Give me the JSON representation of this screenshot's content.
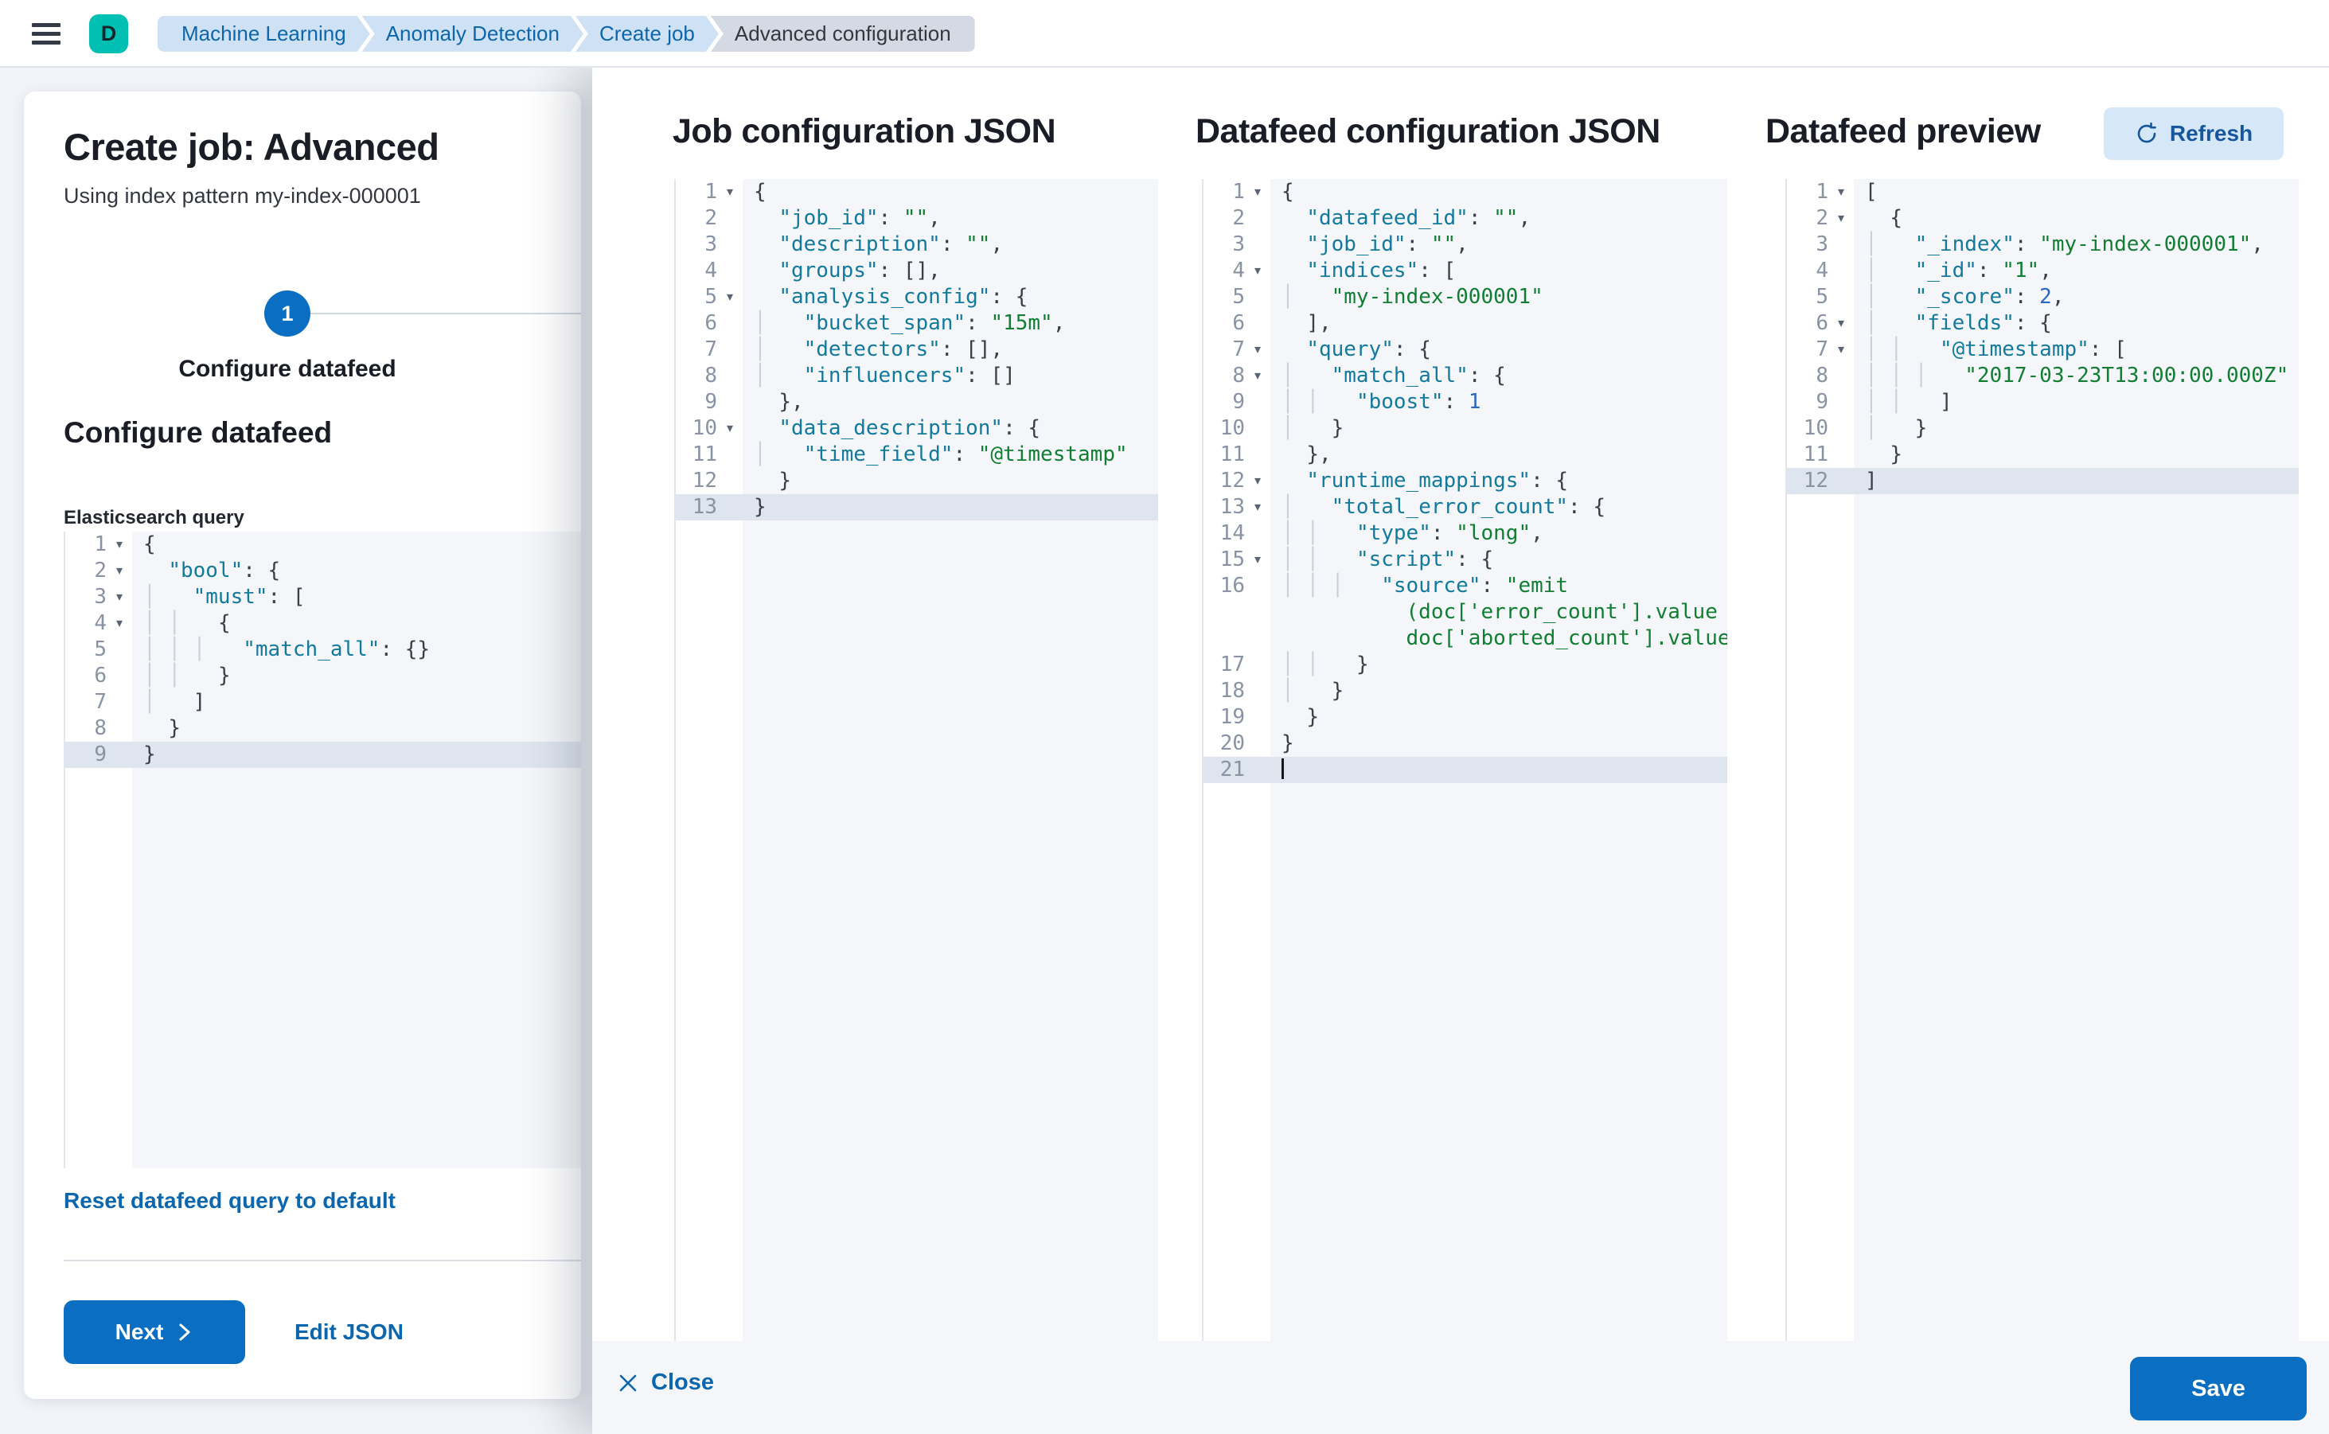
{
  "topbar": {
    "avatar_initial": "D",
    "breadcrumbs": [
      {
        "label": "Machine Learning",
        "current": false
      },
      {
        "label": "Anomaly Detection",
        "current": false
      },
      {
        "label": "Create job",
        "current": false
      },
      {
        "label": "Advanced configuration",
        "current": true
      }
    ]
  },
  "wizard": {
    "title": "Create job: Advanced",
    "subtitle": "Using index pattern my-index-000001",
    "step_number": "1",
    "step_label": "Configure datafeed",
    "section_heading": "Configure datafeed",
    "query_label": "Elasticsearch query",
    "reset_link": "Reset datafeed query to default",
    "next_label": "Next",
    "edit_json_label": "Edit JSON"
  },
  "flyout": {
    "columns": [
      {
        "title": "Job configuration JSON"
      },
      {
        "title": "Datafeed configuration JSON"
      },
      {
        "title": "Datafeed preview"
      }
    ],
    "refresh_label": "Refresh",
    "close_label": "Close",
    "save_label": "Save"
  },
  "colors": {
    "primary_button": "#0a6fc2",
    "link": "#0b66ad",
    "avatar": "#00bfb3",
    "breadcrumb_bg": "#cfe2f5",
    "breadcrumb_current_bg": "#d4dae4",
    "editor_bg": "#f4f6f9",
    "active_line_bg": "#dfe5ee",
    "syntax_key": "#137a9d",
    "syntax_string": "#117e33",
    "syntax_number": "#2b66c4",
    "syntax_punct": "#3a3f47"
  },
  "editors": {
    "query": {
      "active_line": 9,
      "lines": [
        {
          "n": 1,
          "fold": true,
          "g": 0,
          "pre": 0,
          "t": [
            [
              "p",
              "{"
            ]
          ]
        },
        {
          "n": 2,
          "fold": true,
          "g": 0,
          "pre": 2,
          "t": [
            [
              "k",
              "\"bool\""
            ],
            [
              "p",
              ": {"
            ]
          ]
        },
        {
          "n": 3,
          "fold": true,
          "g": 1,
          "pre": 2,
          "t": [
            [
              "k",
              "\"must\""
            ],
            [
              "p",
              ": ["
            ]
          ]
        },
        {
          "n": 4,
          "fold": true,
          "g": 2,
          "pre": 2,
          "t": [
            [
              "p",
              "{"
            ]
          ]
        },
        {
          "n": 5,
          "fold": false,
          "g": 3,
          "pre": 2,
          "t": [
            [
              "k",
              "\"match_all\""
            ],
            [
              "p",
              ": {}"
            ]
          ]
        },
        {
          "n": 6,
          "fold": false,
          "g": 2,
          "pre": 2,
          "t": [
            [
              "p",
              "}"
            ]
          ]
        },
        {
          "n": 7,
          "fold": false,
          "g": 1,
          "pre": 2,
          "t": [
            [
              "p",
              "]"
            ]
          ]
        },
        {
          "n": 8,
          "fold": false,
          "g": 0,
          "pre": 2,
          "t": [
            [
              "p",
              "}"
            ]
          ]
        },
        {
          "n": 9,
          "fold": false,
          "g": 0,
          "pre": 0,
          "t": [
            [
              "p",
              "}"
            ]
          ]
        }
      ]
    },
    "job": {
      "active_line": 13,
      "lines": [
        {
          "n": 1,
          "fold": true,
          "g": 0,
          "pre": 0,
          "t": [
            [
              "p",
              "{"
            ]
          ]
        },
        {
          "n": 2,
          "fold": false,
          "g": 0,
          "pre": 2,
          "t": [
            [
              "k",
              "\"job_id\""
            ],
            [
              "p",
              ": "
            ],
            [
              "s",
              "\"\""
            ],
            [
              "p",
              ","
            ]
          ]
        },
        {
          "n": 3,
          "fold": false,
          "g": 0,
          "pre": 2,
          "t": [
            [
              "k",
              "\"description\""
            ],
            [
              "p",
              ": "
            ],
            [
              "s",
              "\"\""
            ],
            [
              "p",
              ","
            ]
          ]
        },
        {
          "n": 4,
          "fold": false,
          "g": 0,
          "pre": 2,
          "t": [
            [
              "k",
              "\"groups\""
            ],
            [
              "p",
              ": [],"
            ]
          ]
        },
        {
          "n": 5,
          "fold": true,
          "g": 0,
          "pre": 2,
          "t": [
            [
              "k",
              "\"analysis_config\""
            ],
            [
              "p",
              ": {"
            ]
          ]
        },
        {
          "n": 6,
          "fold": false,
          "g": 1,
          "pre": 2,
          "t": [
            [
              "k",
              "\"bucket_span\""
            ],
            [
              "p",
              ": "
            ],
            [
              "s",
              "\"15m\""
            ],
            [
              "p",
              ","
            ]
          ]
        },
        {
          "n": 7,
          "fold": false,
          "g": 1,
          "pre": 2,
          "t": [
            [
              "k",
              "\"detectors\""
            ],
            [
              "p",
              ": [],"
            ]
          ]
        },
        {
          "n": 8,
          "fold": false,
          "g": 1,
          "pre": 2,
          "t": [
            [
              "k",
              "\"influencers\""
            ],
            [
              "p",
              ": []"
            ]
          ]
        },
        {
          "n": 9,
          "fold": false,
          "g": 0,
          "pre": 2,
          "t": [
            [
              "p",
              "},"
            ]
          ]
        },
        {
          "n": 10,
          "fold": true,
          "g": 0,
          "pre": 2,
          "t": [
            [
              "k",
              "\"data_description\""
            ],
            [
              "p",
              ": {"
            ]
          ]
        },
        {
          "n": 11,
          "fold": false,
          "g": 1,
          "pre": 2,
          "t": [
            [
              "k",
              "\"time_field\""
            ],
            [
              "p",
              ": "
            ],
            [
              "s",
              "\"@timestamp\""
            ]
          ]
        },
        {
          "n": 12,
          "fold": false,
          "g": 0,
          "pre": 2,
          "t": [
            [
              "p",
              "}"
            ]
          ]
        },
        {
          "n": 13,
          "fold": false,
          "g": 0,
          "pre": 0,
          "t": [
            [
              "p",
              "}"
            ]
          ]
        }
      ]
    },
    "datafeed": {
      "active_line": 21,
      "lines": [
        {
          "n": 1,
          "fold": true,
          "g": 0,
          "pre": 0,
          "t": [
            [
              "p",
              "{"
            ]
          ]
        },
        {
          "n": 2,
          "fold": false,
          "g": 0,
          "pre": 2,
          "t": [
            [
              "k",
              "\"datafeed_id\""
            ],
            [
              "p",
              ": "
            ],
            [
              "s",
              "\"\""
            ],
            [
              "p",
              ","
            ]
          ]
        },
        {
          "n": 3,
          "fold": false,
          "g": 0,
          "pre": 2,
          "t": [
            [
              "k",
              "\"job_id\""
            ],
            [
              "p",
              ": "
            ],
            [
              "s",
              "\"\""
            ],
            [
              "p",
              ","
            ]
          ]
        },
        {
          "n": 4,
          "fold": true,
          "g": 0,
          "pre": 2,
          "t": [
            [
              "k",
              "\"indices\""
            ],
            [
              "p",
              ": ["
            ]
          ]
        },
        {
          "n": 5,
          "fold": false,
          "g": 1,
          "pre": 2,
          "t": [
            [
              "s",
              "\"my-index-000001\""
            ]
          ]
        },
        {
          "n": 6,
          "fold": false,
          "g": 0,
          "pre": 2,
          "t": [
            [
              "p",
              "],"
            ]
          ]
        },
        {
          "n": 7,
          "fold": true,
          "g": 0,
          "pre": 2,
          "t": [
            [
              "k",
              "\"query\""
            ],
            [
              "p",
              ": {"
            ]
          ]
        },
        {
          "n": 8,
          "fold": true,
          "g": 1,
          "pre": 2,
          "t": [
            [
              "k",
              "\"match_all\""
            ],
            [
              "p",
              ": {"
            ]
          ]
        },
        {
          "n": 9,
          "fold": false,
          "g": 2,
          "pre": 2,
          "t": [
            [
              "k",
              "\"boost\""
            ],
            [
              "p",
              ": "
            ],
            [
              "n",
              "1"
            ]
          ]
        },
        {
          "n": 10,
          "fold": false,
          "g": 1,
          "pre": 2,
          "t": [
            [
              "p",
              "}"
            ]
          ]
        },
        {
          "n": 11,
          "fold": false,
          "g": 0,
          "pre": 2,
          "t": [
            [
              "p",
              "},"
            ]
          ]
        },
        {
          "n": 12,
          "fold": true,
          "g": 0,
          "pre": 2,
          "t": [
            [
              "k",
              "\"runtime_mappings\""
            ],
            [
              "p",
              ": {"
            ]
          ]
        },
        {
          "n": 13,
          "fold": true,
          "g": 1,
          "pre": 2,
          "t": [
            [
              "k",
              "\"total_error_count\""
            ],
            [
              "p",
              ": {"
            ]
          ]
        },
        {
          "n": 14,
          "fold": false,
          "g": 2,
          "pre": 2,
          "t": [
            [
              "k",
              "\"type\""
            ],
            [
              "p",
              ": "
            ],
            [
              "s",
              "\"long\""
            ],
            [
              "p",
              ","
            ]
          ]
        },
        {
          "n": 15,
          "fold": true,
          "g": 2,
          "pre": 2,
          "t": [
            [
              "k",
              "\"script\""
            ],
            [
              "p",
              ": {"
            ]
          ]
        },
        {
          "n": 16,
          "fold": false,
          "g": 3,
          "pre": 2,
          "t": [
            [
              "k",
              "\"source\""
            ],
            [
              "p",
              ": "
            ],
            [
              "s",
              "\"emit"
            ]
          ],
          "wrap": [
            "          (doc['error_count'].value +",
            "          doc['aborted_count'].value)\""
          ]
        },
        {
          "n": 17,
          "fold": false,
          "g": 2,
          "pre": 2,
          "t": [
            [
              "p",
              "}"
            ]
          ]
        },
        {
          "n": 18,
          "fold": false,
          "g": 1,
          "pre": 2,
          "t": [
            [
              "p",
              "}"
            ]
          ]
        },
        {
          "n": 19,
          "fold": false,
          "g": 0,
          "pre": 2,
          "t": [
            [
              "p",
              "}"
            ]
          ]
        },
        {
          "n": 20,
          "fold": false,
          "g": 0,
          "pre": 0,
          "t": [
            [
              "p",
              "}"
            ]
          ]
        },
        {
          "n": 21,
          "fold": false,
          "g": 0,
          "pre": 0,
          "t": [],
          "caret": true
        }
      ]
    },
    "preview": {
      "active_line": 12,
      "lines": [
        {
          "n": 1,
          "fold": true,
          "g": 0,
          "pre": 0,
          "t": [
            [
              "p",
              "["
            ]
          ]
        },
        {
          "n": 2,
          "fold": true,
          "g": 0,
          "pre": 2,
          "t": [
            [
              "p",
              "{"
            ]
          ]
        },
        {
          "n": 3,
          "fold": false,
          "g": 1,
          "pre": 2,
          "t": [
            [
              "k",
              "\"_index\""
            ],
            [
              "p",
              ": "
            ],
            [
              "s",
              "\"my-index-000001\""
            ],
            [
              "p",
              ","
            ]
          ]
        },
        {
          "n": 4,
          "fold": false,
          "g": 1,
          "pre": 2,
          "t": [
            [
              "k",
              "\"_id\""
            ],
            [
              "p",
              ": "
            ],
            [
              "s",
              "\"1\""
            ],
            [
              "p",
              ","
            ]
          ]
        },
        {
          "n": 5,
          "fold": false,
          "g": 1,
          "pre": 2,
          "t": [
            [
              "k",
              "\"_score\""
            ],
            [
              "p",
              ": "
            ],
            [
              "n",
              "2"
            ],
            [
              "p",
              ","
            ]
          ]
        },
        {
          "n": 6,
          "fold": true,
          "g": 1,
          "pre": 2,
          "t": [
            [
              "k",
              "\"fields\""
            ],
            [
              "p",
              ": {"
            ]
          ]
        },
        {
          "n": 7,
          "fold": true,
          "g": 2,
          "pre": 2,
          "t": [
            [
              "k",
              "\"@timestamp\""
            ],
            [
              "p",
              ": ["
            ]
          ]
        },
        {
          "n": 8,
          "fold": false,
          "g": 3,
          "pre": 2,
          "t": [
            [
              "s",
              "\"2017-03-23T13:00:00.000Z\""
            ]
          ]
        },
        {
          "n": 9,
          "fold": false,
          "g": 2,
          "pre": 2,
          "t": [
            [
              "p",
              "]"
            ]
          ]
        },
        {
          "n": 10,
          "fold": false,
          "g": 1,
          "pre": 2,
          "t": [
            [
              "p",
              "}"
            ]
          ]
        },
        {
          "n": 11,
          "fold": false,
          "g": 0,
          "pre": 2,
          "t": [
            [
              "p",
              "}"
            ]
          ]
        },
        {
          "n": 12,
          "fold": false,
          "g": 0,
          "pre": 0,
          "t": [
            [
              "p",
              "]"
            ]
          ]
        }
      ]
    }
  }
}
